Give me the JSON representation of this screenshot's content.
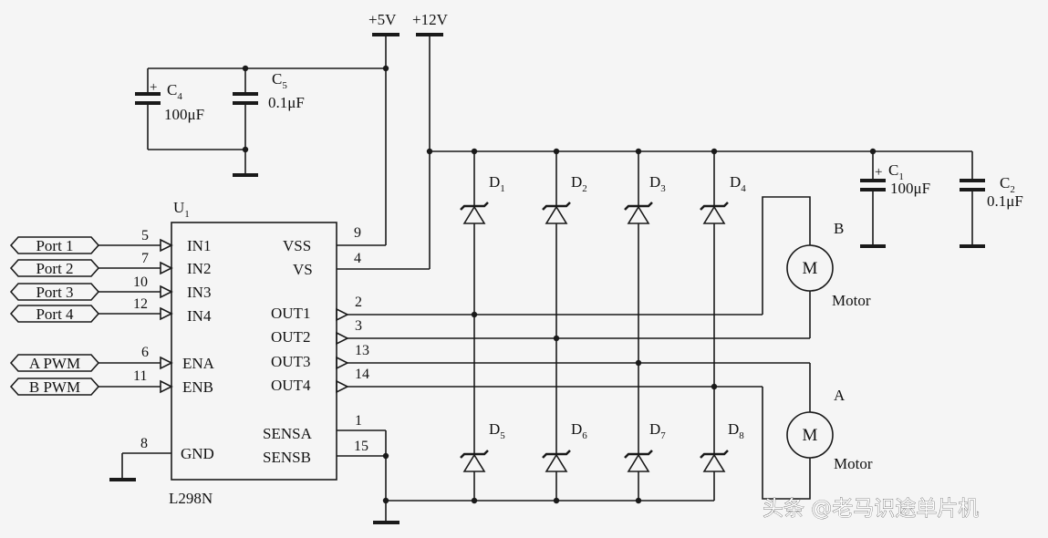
{
  "supplies": {
    "v5": "+5V",
    "v12": "+12V"
  },
  "caps": {
    "c4": {
      "name": "C",
      "sub": "4",
      "value": "100μF",
      "plus": "+"
    },
    "c5": {
      "name": "C",
      "sub": "5",
      "value": "0.1μF"
    },
    "c1": {
      "name": "C",
      "sub": "1",
      "value": "100μF",
      "plus": "+"
    },
    "c2": {
      "name": "C",
      "sub": "2",
      "value": "0.1μF"
    }
  },
  "chip": {
    "ref": "U",
    "ref_sub": "1",
    "part": "L298N",
    "left_pins": [
      {
        "name": "IN1",
        "num": "5"
      },
      {
        "name": "IN2",
        "num": "7"
      },
      {
        "name": "IN3",
        "num": "10"
      },
      {
        "name": "IN4",
        "num": "12"
      },
      {
        "name": "ENA",
        "num": "6"
      },
      {
        "name": "ENB",
        "num": "11"
      },
      {
        "name": "GND",
        "num": "8"
      }
    ],
    "right_pins": [
      {
        "name": "VSS",
        "num": "9"
      },
      {
        "name": "VS",
        "num": "4"
      },
      {
        "name": "OUT1",
        "num": "2"
      },
      {
        "name": "OUT2",
        "num": "3"
      },
      {
        "name": "OUT3",
        "num": "13"
      },
      {
        "name": "OUT4",
        "num": "14"
      },
      {
        "name": "SENSA",
        "num": "1"
      },
      {
        "name": "SENSB",
        "num": "15"
      }
    ]
  },
  "ports": [
    "Port 1",
    "Port 2",
    "Port 3",
    "Port 4",
    "A PWM",
    "B PWM"
  ],
  "diodes": [
    {
      "name": "D",
      "sub": "1"
    },
    {
      "name": "D",
      "sub": "2"
    },
    {
      "name": "D",
      "sub": "3"
    },
    {
      "name": "D",
      "sub": "4"
    },
    {
      "name": "D",
      "sub": "5"
    },
    {
      "name": "D",
      "sub": "6"
    },
    {
      "name": "D",
      "sub": "7"
    },
    {
      "name": "D",
      "sub": "8"
    }
  ],
  "motors": [
    {
      "letter": "B",
      "symbol": "M",
      "label": "Motor"
    },
    {
      "letter": "A",
      "symbol": "M",
      "label": "Motor"
    }
  ],
  "watermark": "头条 @老马识途单片机"
}
